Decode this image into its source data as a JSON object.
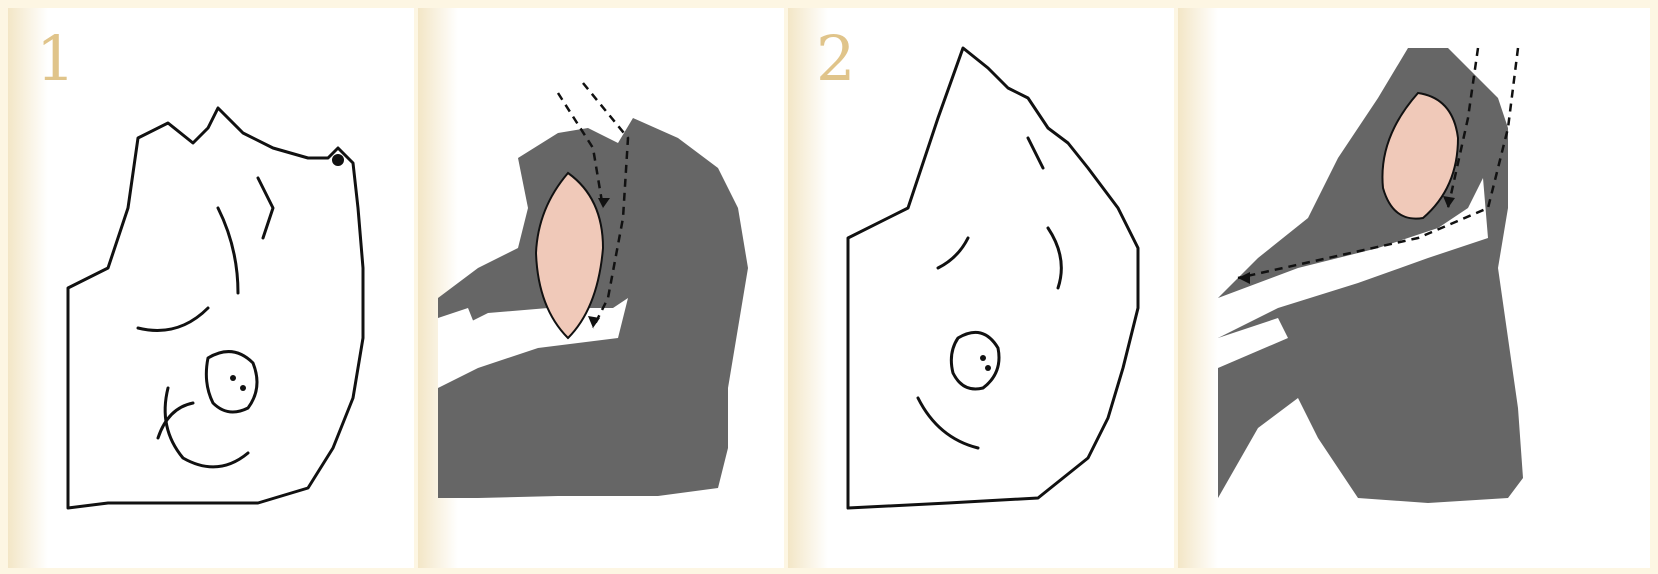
{
  "steps": [
    {
      "number": "1",
      "description_panel": "head-tilted-forward-drawing",
      "section_panel": "airway-blocked-by-tongue-section"
    },
    {
      "number": "2",
      "description_panel": "head-tilted-back-drawing",
      "section_panel": "airway-open-section"
    }
  ],
  "colors": {
    "tissue": "#666666",
    "tongue": "#f0c9b9",
    "line": "#111111",
    "number": "#e0c48a",
    "frame": "#fdf6e3"
  },
  "icons": [
    "dashed-airflow-arrow-icon"
  ]
}
